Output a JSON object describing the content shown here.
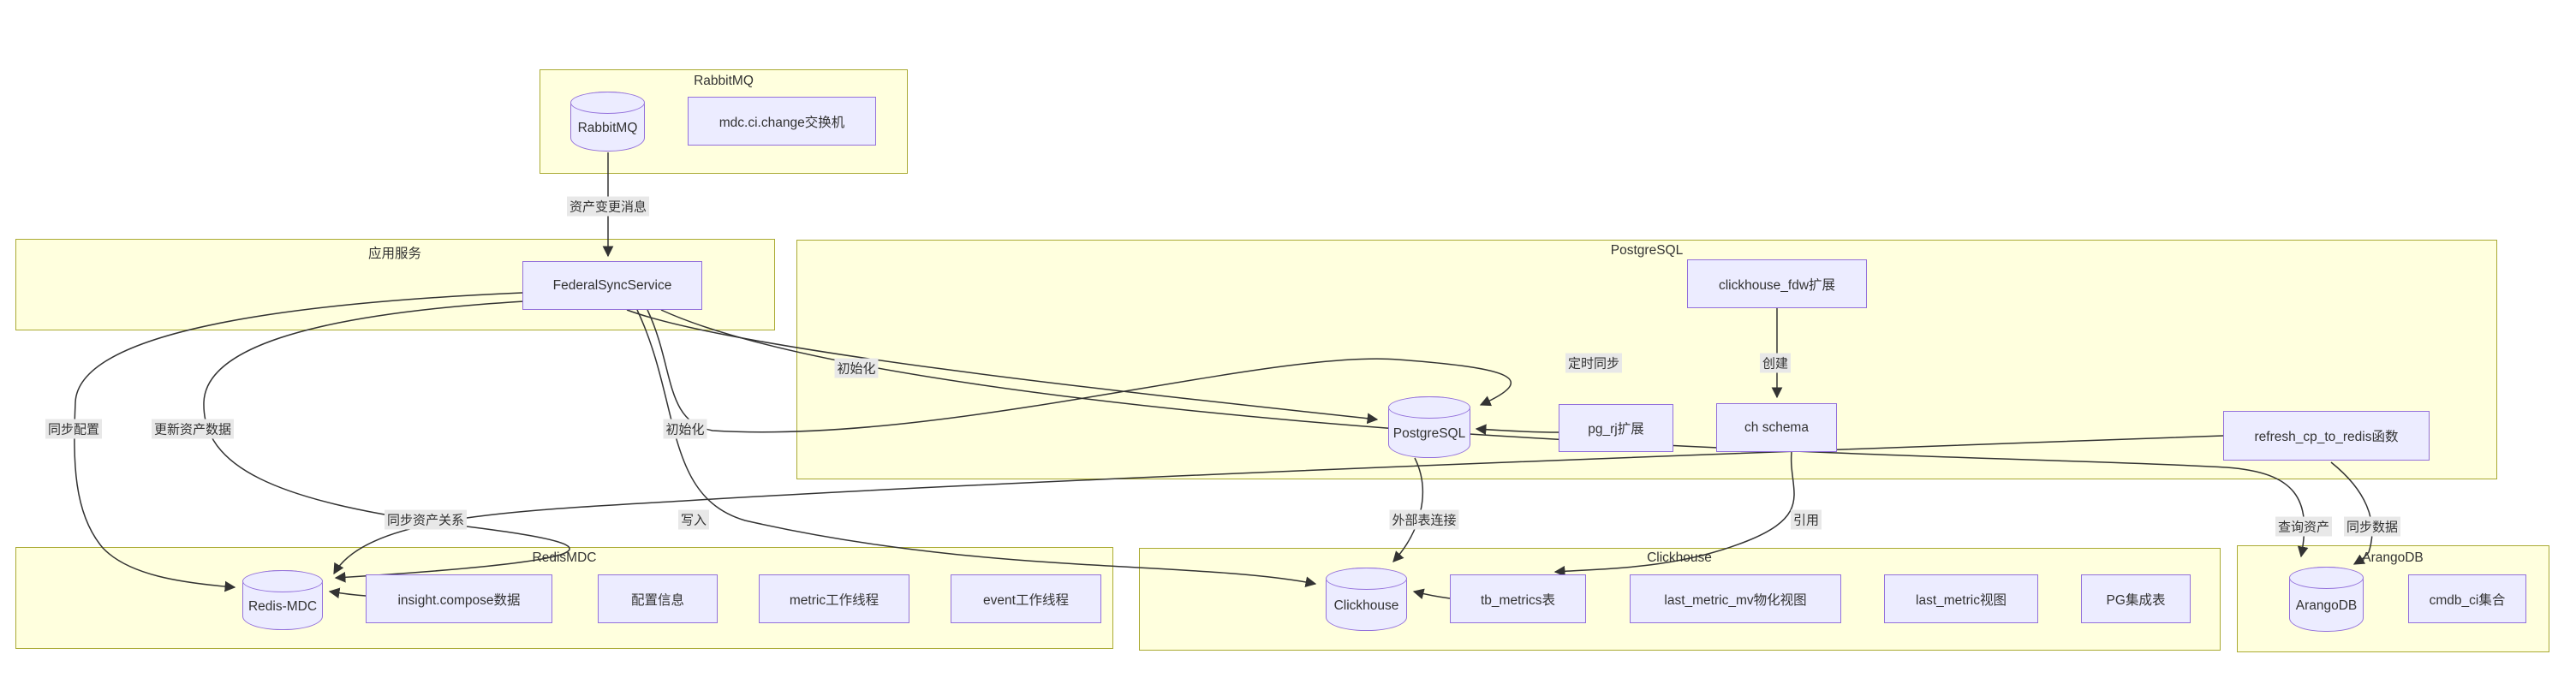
{
  "diagram": {
    "type": "flowchart",
    "subgraphs": {
      "rabbitmq": "RabbitMQ",
      "app_service": "应用服务",
      "postgresql": "PostgreSQL",
      "redis_mdc": "RedisMDC",
      "clickhouse": "Clickhouse",
      "arangodb": "ArangoDB"
    },
    "nodes": {
      "rabbitmq_db": "RabbitMQ",
      "exchange": "mdc.ci.change交换机",
      "federal_sync_service": "FederalSyncService",
      "clickhouse_fdw": "clickhouse_fdw扩展",
      "pg_rj": "pg_rj扩展",
      "ch_schema": "ch schema",
      "refresh_fn": "refresh_cp_to_redis函数",
      "postgresql_db": "PostgreSQL",
      "redis_db": "Redis-MDC",
      "insight_compose": "insight.compose数据",
      "config_info": "配置信息",
      "metric_worker": "metric工作线程",
      "event_worker": "event工作线程",
      "clickhouse_db": "Clickhouse",
      "tb_metrics": "tb_metrics表",
      "last_metric_mv": "last_metric_mv物化视图",
      "last_metric_view": "last_metric视图",
      "pg_integration": "PG集成表",
      "arango_db": "ArangoDB",
      "cmdb_ci": "cmdb_ci集合"
    },
    "edge_labels": {
      "asset_change_msg": "资产变更消息",
      "sync_config": "同步配置",
      "update_asset_data": "更新资产数据",
      "init_1": "初始化",
      "init_2": "初始化",
      "timed_sync": "定时同步",
      "create": "创建",
      "sync_asset_rel": "同步资产关系",
      "write": "写入",
      "external_table_conn": "外部表连接",
      "reference": "引用",
      "query_asset": "查询资产",
      "sync_data": "同步数据"
    },
    "colors": {
      "subgraph_fill": "#ffffde",
      "subgraph_border": "#aaaa33",
      "node_fill": "#ECECFF",
      "node_border": "#9370DB",
      "edge": "#333333",
      "edge_label_bg": "#e8e8e8",
      "text": "#333333"
    }
  }
}
